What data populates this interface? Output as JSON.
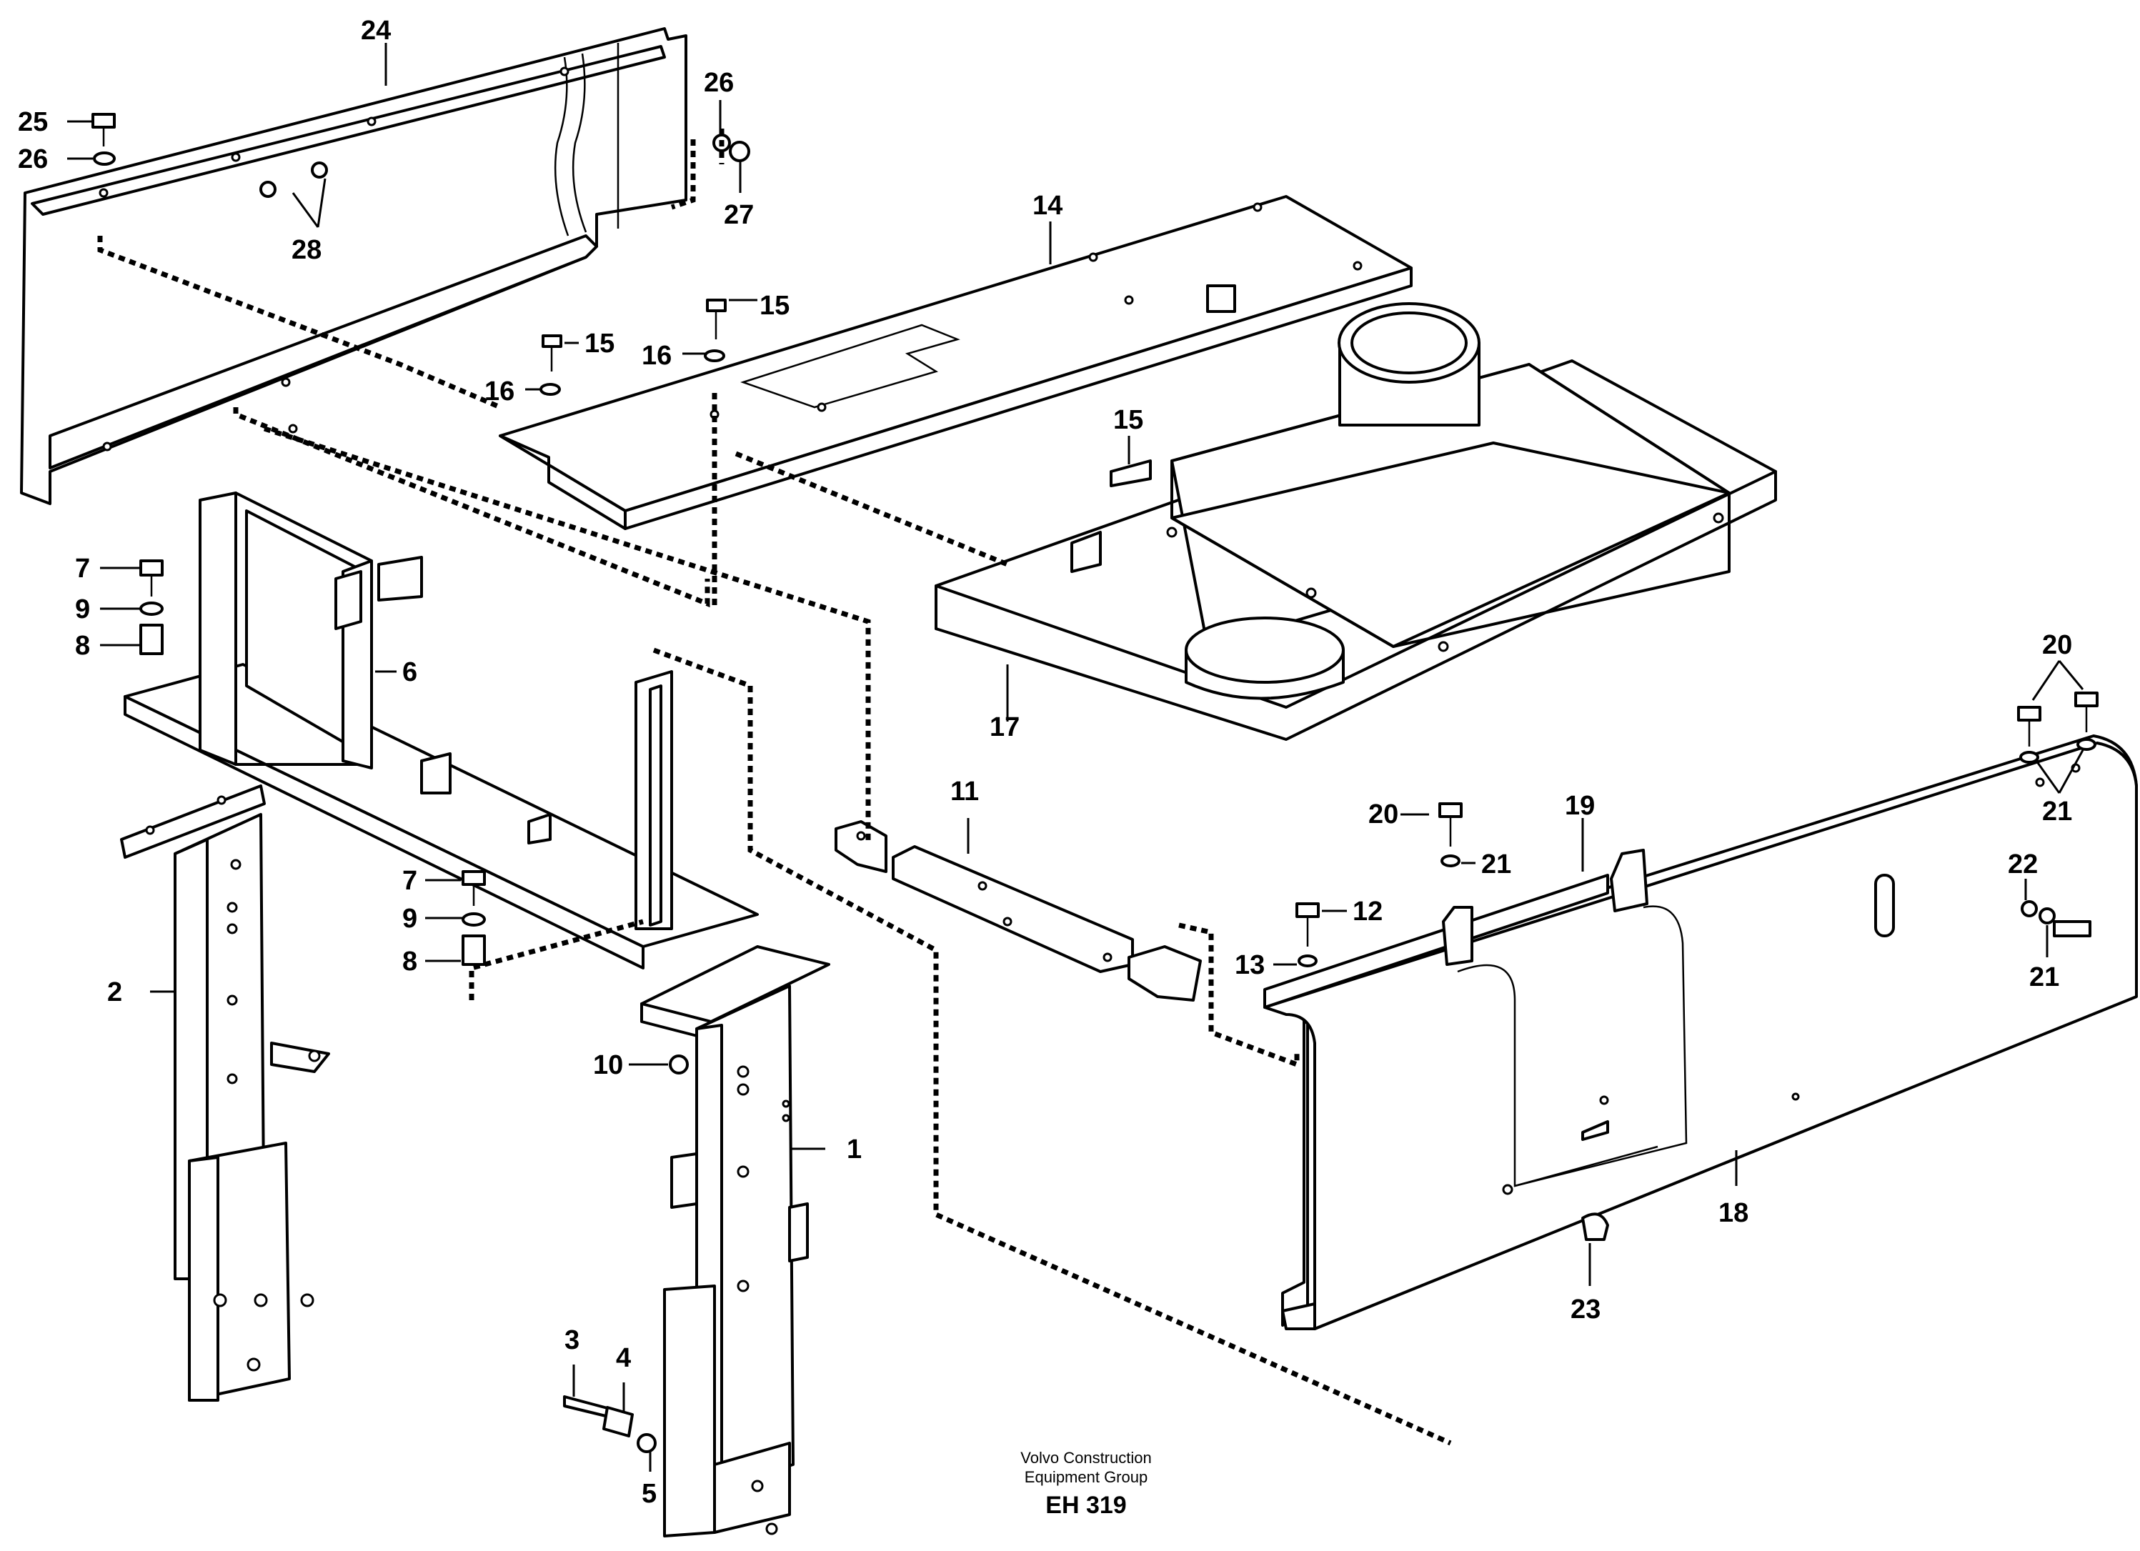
{
  "callouts": {
    "c24": "24",
    "c25": "25",
    "c26a": "26",
    "c26b": "26",
    "c27": "27",
    "c28": "28",
    "c14": "14",
    "c15a": "15",
    "c15b": "15",
    "c15c": "15",
    "c16a": "16",
    "c16b": "16",
    "c7a": "7",
    "c9a": "9",
    "c8a": "8",
    "c6": "6",
    "c17": "17",
    "c20a": "20",
    "c20b": "20",
    "c21a": "21",
    "c21b": "21",
    "c21c": "21",
    "c22": "22",
    "c11": "11",
    "c19": "19",
    "c12": "12",
    "c13": "13",
    "c2": "2",
    "c7b": "7",
    "c9b": "9",
    "c8b": "8",
    "c10": "10",
    "c1": "1",
    "c18": "18",
    "c23": "23",
    "c3": "3",
    "c4": "4",
    "c5": "5"
  },
  "footer": {
    "line1": "Volvo Construction",
    "line2": "Equipment Group",
    "code": "EH 319"
  }
}
